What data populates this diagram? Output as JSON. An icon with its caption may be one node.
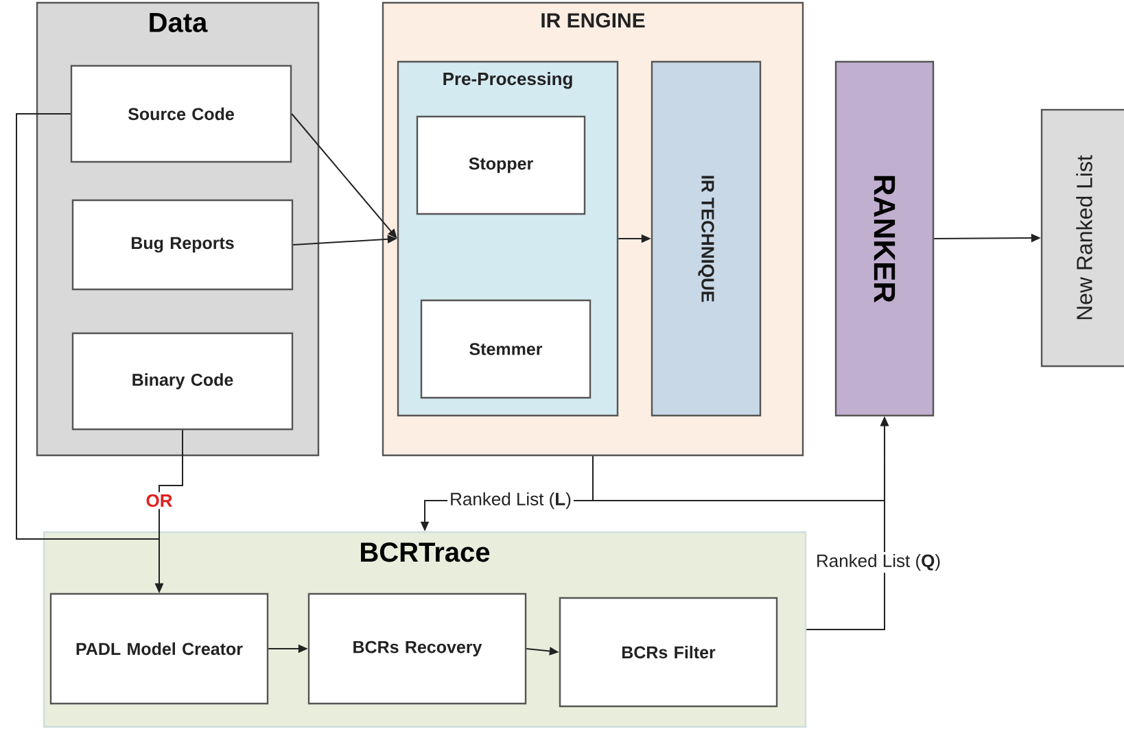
{
  "diagram": {
    "nodes": [
      {
        "text": [
          "Data"
        ]
      },
      {
        "text": [
          "Source Code"
        ],
        "in": 0
      },
      {
        "text": [
          "Bug Reports"
        ],
        "in": 0
      },
      {
        "text": [
          "Binary Code"
        ],
        "in": 0
      },
      {
        "text": [
          "IR ENGINE"
        ]
      },
      {
        "text": [
          "Pre-Processing"
        ],
        "in": 4
      },
      {
        "text": [
          "Stopper"
        ],
        "in": 5
      },
      {
        "text": [
          "Stemmer"
        ],
        "in": 5
      },
      {
        "text": [
          "IR TECHNIQUE"
        ],
        "in": 4
      },
      {
        "text": [
          "RANKER"
        ]
      },
      {
        "text": [
          "New Ranked List"
        ]
      },
      {
        "text": [
          "BCRTrace"
        ]
      },
      {
        "text": [
          "PADL Model Creator"
        ],
        "in": 11
      },
      {
        "text": [
          "BCRs Recovery"
        ],
        "in": 11
      },
      {
        "text": [
          "BCRs Filter"
        ],
        "in": 11
      }
    ],
    "edges": [
      {
        "from": 1,
        "to": 5,
        "arrow": "to"
      },
      {
        "from": 2,
        "to": 5,
        "arrow": "to"
      },
      {
        "from": 5,
        "to": 8,
        "arrow": "to"
      },
      {
        "from": 9,
        "to": 10,
        "arrow": "to"
      },
      {
        "from": 1,
        "to": 12,
        "arrow": "to"
      },
      {
        "from": 3,
        "to": 12,
        "arrow": "to",
        "label": "OR"
      },
      {
        "from": 4,
        "to": 11,
        "arrow": "to",
        "label": "Ranked List (**L**)"
      },
      {
        "from": 4,
        "to": 9,
        "arrow": "to"
      },
      {
        "from": 11,
        "to": 9,
        "arrow": "to",
        "label": "Ranked List (**Q**)"
      },
      {
        "from": 12,
        "to": 13,
        "arrow": "to"
      },
      {
        "from": 13,
        "to": 14,
        "arrow": "to"
      }
    ]
  }
}
